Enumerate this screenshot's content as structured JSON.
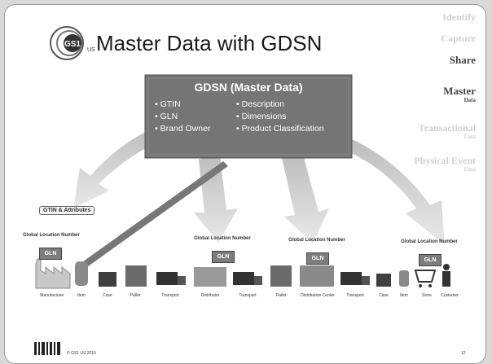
{
  "slide": {
    "title": "Master Data with GDSN",
    "logo": {
      "brand": "GS1",
      "country": "US"
    }
  },
  "sidebar": {
    "items": [
      {
        "label": "Identify",
        "sub": "",
        "state": "faded"
      },
      {
        "label": "Capture",
        "sub": "",
        "state": "faded"
      },
      {
        "label": "Share",
        "sub": "",
        "state": "active"
      },
      {
        "label": "Master",
        "sub": "Data",
        "state": "active"
      },
      {
        "label": "Transactional",
        "sub": "Data",
        "state": "faded"
      },
      {
        "label": "Physical Event",
        "sub": "Data",
        "state": "faded"
      }
    ]
  },
  "gdsn": {
    "title": "GDSN (Master Data)",
    "left_items": [
      "• GTIN",
      "• GLN",
      "• Brand Owner"
    ],
    "right_items": [
      "• Description",
      "• Dimensions",
      "• Product Classification"
    ],
    "box_color": "#757575"
  },
  "attributes_label": "GTIN & Attributes",
  "locations": [
    {
      "label": "Global Location Number",
      "gln": "GLN"
    },
    {
      "label": "Global Location Number",
      "gln": "GLN"
    },
    {
      "label": "Global Location Number",
      "gln": "GLN"
    },
    {
      "label": "Global Location Number",
      "gln": "GLN"
    }
  ],
  "supply_chain": [
    "Manufacturer",
    "Item",
    "Case",
    "Pallet",
    "Transport",
    "Distributor",
    "Transport",
    "Pallet",
    "Distribution Center",
    "Transport",
    "Case",
    "Item",
    "Store",
    "Customer"
  ],
  "footer": {
    "copyright": "© GS1 US 2010",
    "page": "12"
  }
}
